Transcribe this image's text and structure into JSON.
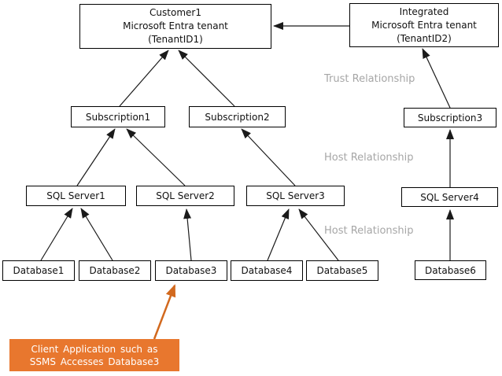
{
  "nodes": {
    "customer_tenant": {
      "line1": "Customer1",
      "line2": "Microsoft Entra tenant",
      "line3": "(TenantID1)"
    },
    "integrated_tenant": {
      "line1": "Integrated",
      "line2": "Microsoft Entra tenant",
      "line3": "(TenantID2)"
    },
    "subscription1": "Subscription1",
    "subscription2": "Subscription2",
    "subscription3": "Subscription3",
    "sql_server1": "SQL Server1",
    "sql_server2": "SQL Server2",
    "sql_server3": "SQL Server3",
    "sql_server4": "SQL Server4",
    "database1": "Database1",
    "database2": "Database2",
    "database3": "Database3",
    "database4": "Database4",
    "database5": "Database5",
    "database6": "Database6"
  },
  "relationship_labels": {
    "trust": "Trust Relationship",
    "host_upper": "Host Relationship",
    "host_lower": "Host Relationship"
  },
  "callout": {
    "line1": "Client Application such as",
    "line2": "SSMS Accesses Database3"
  },
  "colors": {
    "callout_bg": "#E8772E",
    "callout_text": "#FFFFFF",
    "callout_arrow": "#D2691E",
    "relationship_label": "#A6A6A6",
    "connector_line": "#1A1A1A",
    "box_border": "#000000",
    "background": "#FFFFFF"
  }
}
